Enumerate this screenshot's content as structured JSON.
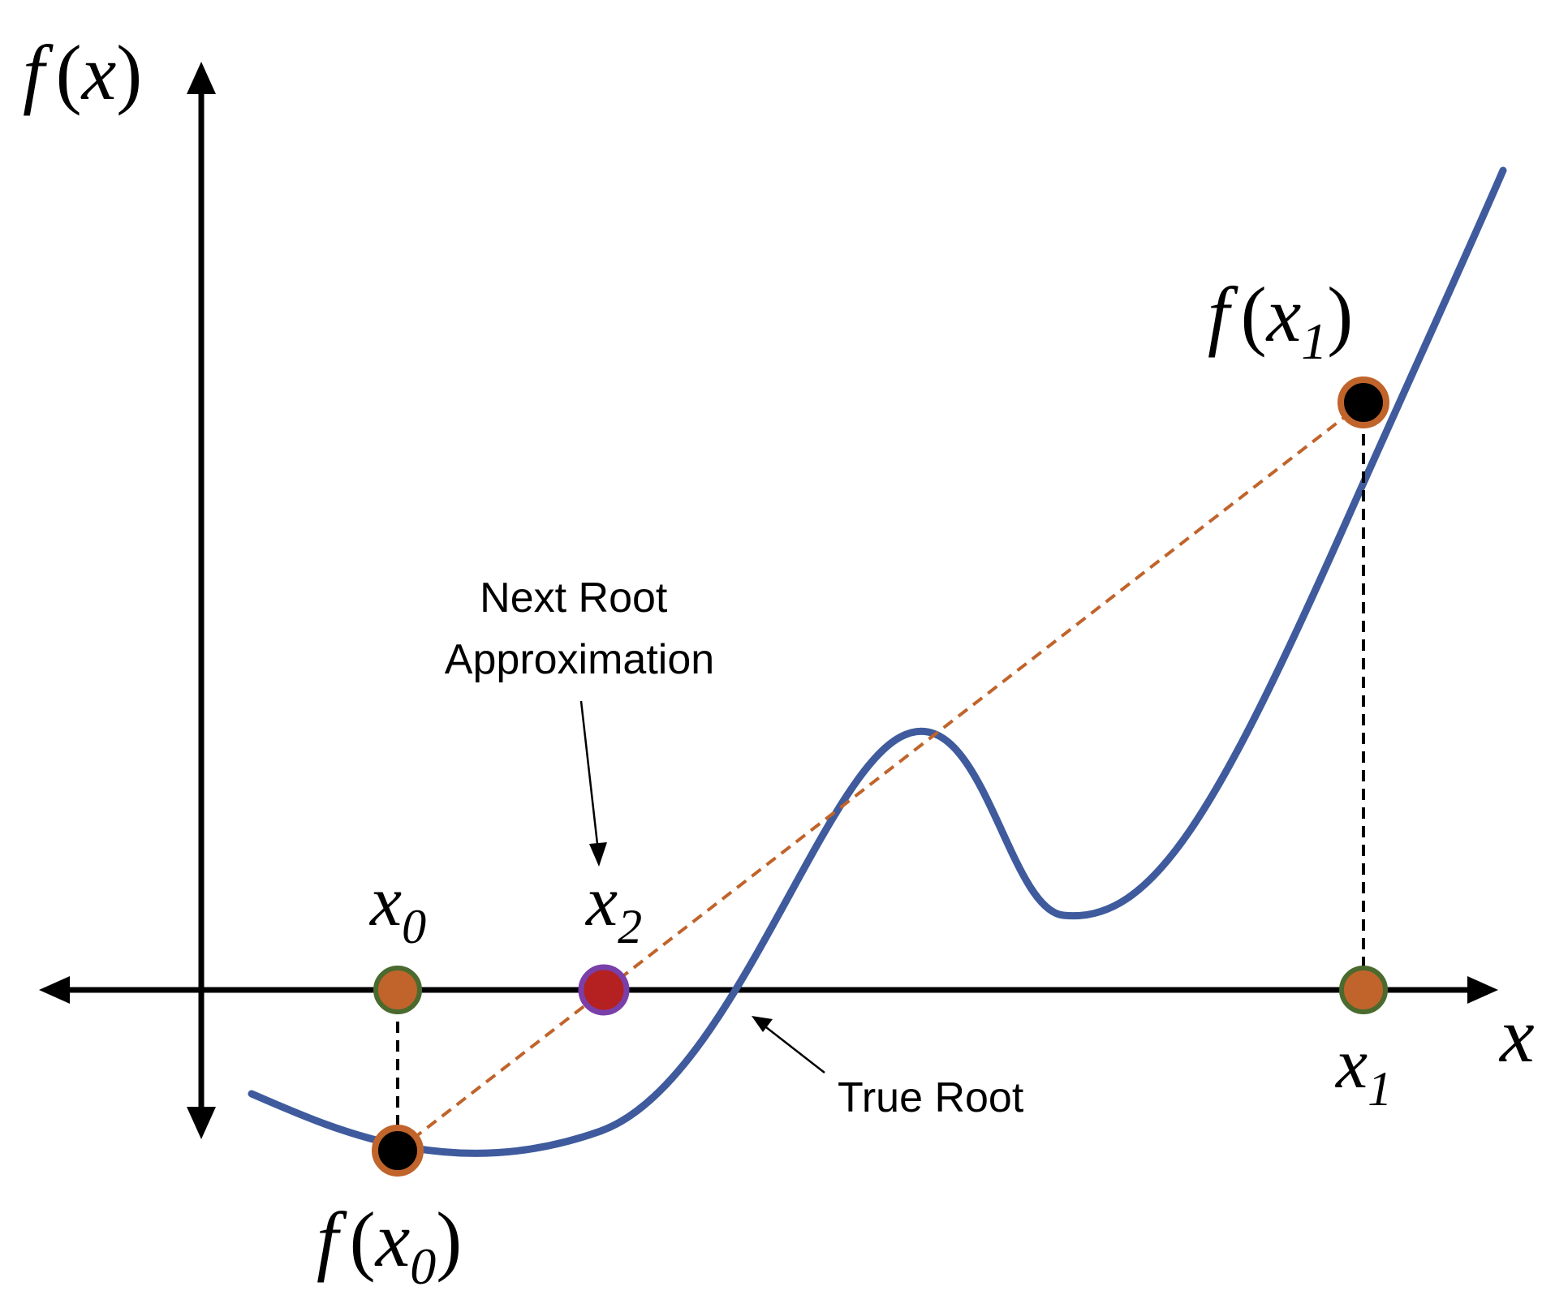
{
  "labels": {
    "y_axis": {
      "func": "f",
      "open": "(",
      "var": "x",
      "close": ")"
    },
    "x_axis": "x",
    "x0": {
      "var": "x",
      "sub": "0"
    },
    "x1": {
      "var": "x",
      "sub": "1"
    },
    "x2": {
      "var": "x",
      "sub": "2"
    },
    "fx0": {
      "func": "f",
      "open": "(",
      "var": "x",
      "sub": "0",
      "close": ")"
    },
    "fx1": {
      "func": "f",
      "open": "(",
      "var": "x",
      "sub": "1",
      "close": ")"
    }
  },
  "annotations": {
    "next_root_line1": "Next Root",
    "next_root_line2": "Approximation",
    "true_root": "True Root"
  },
  "colors": {
    "curve": "#3f5b9d",
    "secant": "#c0642b",
    "axis": "#000000",
    "marker_fill_orange": "#c0642b",
    "marker_ring_green": "#4a6a2e",
    "marker_fill_black": "#000000",
    "marker_ring_orange": "#c0642b",
    "x2_fill": "#b52020",
    "x2_ring": "#7a3fa8"
  }
}
